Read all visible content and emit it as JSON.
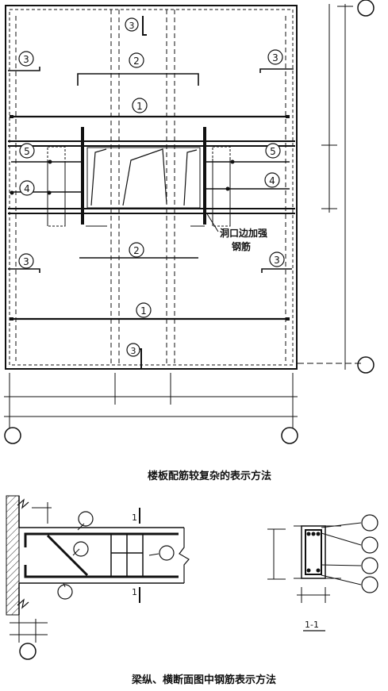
{
  "plan": {
    "bar_labels": {
      "b1": "1",
      "b2": "2",
      "b3": "3",
      "b4": "4",
      "b5": "5"
    },
    "opening_note_line1": "洞口边加强",
    "opening_note_line2": "钢筋"
  },
  "beam": {
    "section_mark": "1",
    "section_title": "1-1"
  },
  "captions": {
    "top": "楼板配筋较复杂的表示方法",
    "bottom": "梁纵、横断面图中钢筋表示方法"
  }
}
